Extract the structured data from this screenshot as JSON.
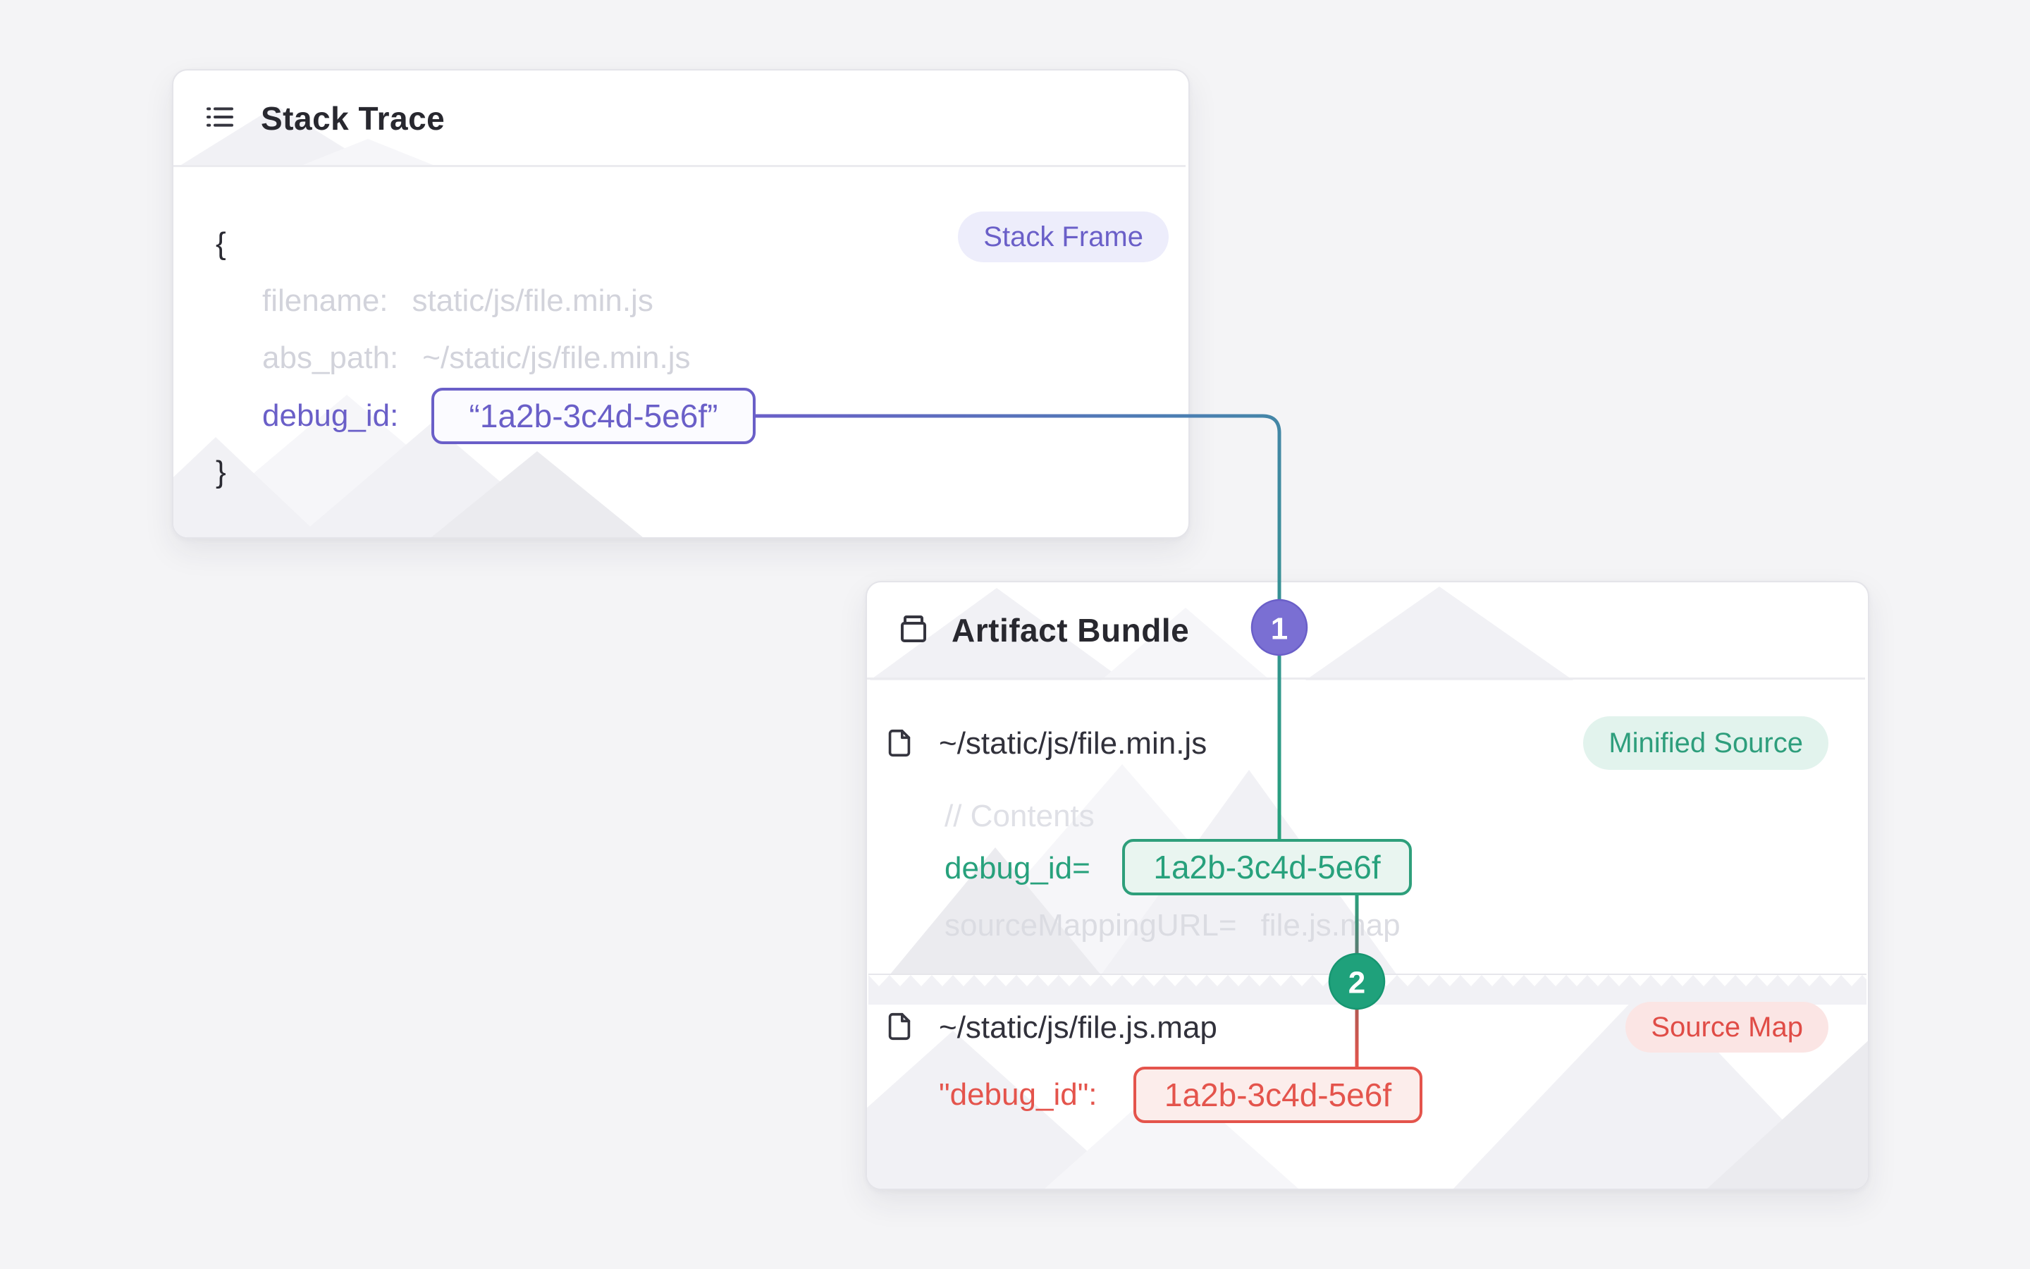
{
  "page": {
    "background": "#F4F4F6"
  },
  "colors": {
    "purple": "#6A5FC8",
    "green": "#27A17C",
    "red": "#E4544C"
  },
  "stack_trace": {
    "title": "Stack Trace",
    "badge": "Stack Frame",
    "brace_open": "{",
    "brace_close": "}",
    "rows": [
      {
        "label": "filename:",
        "value": "static/js/file.min.js"
      },
      {
        "label": "abs_path:",
        "value": "~/static/js/file.min.js"
      }
    ],
    "debug": {
      "label": "debug_id:",
      "value": "“1a2b-3c4d-5e6f”"
    }
  },
  "artifact_bundle": {
    "title": "Artifact Bundle",
    "minified": {
      "path": "~/static/js/file.min.js",
      "badge": "Minified Source",
      "comment": "// Contents",
      "debug_label": "debug_id=",
      "debug_value": "1a2b-3c4d-5e6f",
      "srcmap_label": "sourceMappingURL=",
      "srcmap_value": "file.js.map"
    },
    "sourcemap": {
      "path": "~/static/js/file.js.map",
      "badge": "Source Map",
      "debug_label": "\"debug_id\":",
      "debug_value": "1a2b-3c4d-5e6f"
    }
  },
  "connectors": {
    "step1": "1",
    "step2": "2"
  }
}
